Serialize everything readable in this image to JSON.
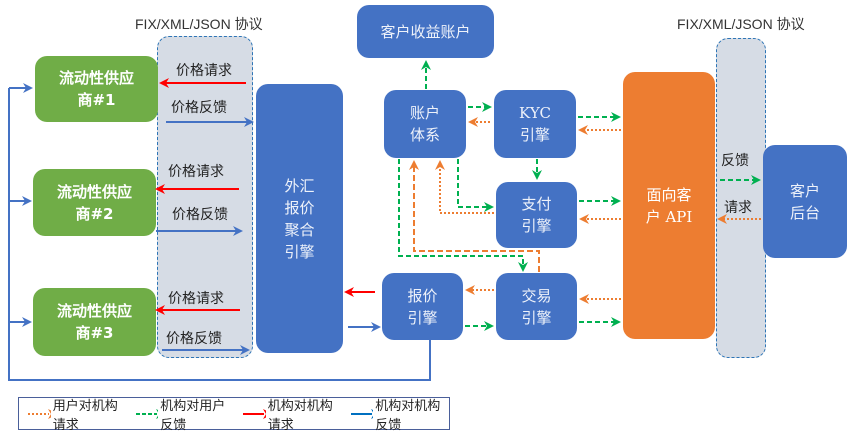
{
  "protocol_labels": {
    "left": "FIX/XML/JSON 协议",
    "right": "FIX/XML/JSON 协议"
  },
  "providers": [
    {
      "line1": "流动性供应",
      "line2": "商#1",
      "request": "价格请求",
      "feedback": "价格反馈"
    },
    {
      "line1": "流动性供应",
      "line2": "商#2",
      "request": "价格请求",
      "feedback": "价格反馈"
    },
    {
      "line1": "流动性供应",
      "line2": "商#3",
      "request": "价格请求",
      "feedback": "价格反馈"
    }
  ],
  "nodes": {
    "aggregator": [
      "外汇",
      "报价",
      "聚合",
      "引擎"
    ],
    "customer_account": "客户收益账户",
    "account_system": [
      "账户",
      "体系"
    ],
    "kyc": [
      "KYC",
      "引擎"
    ],
    "payment": [
      "支付",
      "引擎"
    ],
    "quote": [
      "报价",
      "引擎"
    ],
    "trade": [
      "交易",
      "引擎"
    ],
    "client_api": [
      "面向客",
      "户 API"
    ],
    "client_backend": [
      "客户",
      "后台"
    ]
  },
  "right_channel": {
    "feedback": "反馈",
    "request": "请求"
  },
  "colors": {
    "provider_green": "#70ad47",
    "engine_blue": "#4472c4",
    "api_orange": "#ed7d31",
    "user_request": "#ed7d31",
    "org_feedback_user": "#00b050",
    "org_request_org": "#ff0000",
    "org_feedback_org": "#2e75b6"
  },
  "legend": [
    {
      "label": "用户对机构请求",
      "style": "dotted-orange"
    },
    {
      "label": "机构对用户反馈",
      "style": "dashed-green"
    },
    {
      "label": "机构对机构请求",
      "style": "solid-red"
    },
    {
      "label": "机构对机构反馈",
      "style": "solid-blue"
    }
  ]
}
